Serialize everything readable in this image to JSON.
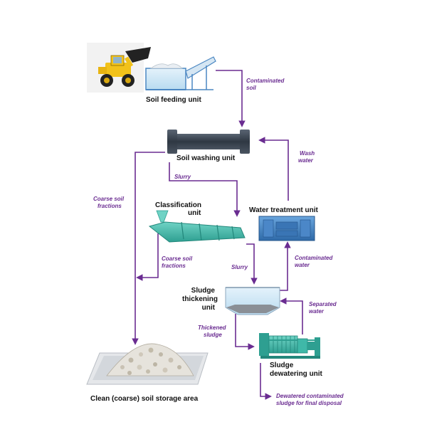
{
  "units": {
    "soil_feeding": "Soil feeding unit",
    "soil_washing": "Soil washing unit",
    "classification_line1": "Classification",
    "classification_line2": "unit",
    "water_treatment": "Water treatment unit",
    "sludge_thickening_line1": "Sludge",
    "sludge_thickening_line2": "thickening",
    "sludge_thickening_line3": "unit",
    "sludge_dewatering_line1": "Sludge",
    "sludge_dewatering_line2": "dewatering unit",
    "storage": "Clean (coarse) soil storage area"
  },
  "flows": {
    "contaminated_soil_line1": "Contaminated",
    "contaminated_soil_line2": "soil",
    "wash_water_line1": "Wash",
    "wash_water_line2": "water",
    "slurry_1": "Slurry",
    "coarse_soil_1_line1": "Coarse soil",
    "coarse_soil_1_line2": "fractions",
    "coarse_soil_2_line1": "Coarse soil",
    "coarse_soil_2_line2": "fractions",
    "slurry_2": "Slurry",
    "contaminated_water_line1": "Contaminated",
    "contaminated_water_line2": "water",
    "separated_water_line1": "Separated",
    "separated_water_line2": "water",
    "thickened_sludge_line1": "Thickened",
    "thickened_sludge_line2": "sludge",
    "dewatered_line1": "Dewatered contaminated",
    "dewatered_line2": "sludge for final disposal"
  },
  "colors": {
    "arrow": "#6a2c91",
    "equipment_blue": "#3c7cbf",
    "equipment_teal": "#3fb8a8",
    "pipe_dark": "#3a4350",
    "loader_yellow": "#f2c21a"
  },
  "icons": [
    "wheel-loader-icon",
    "feed-hopper-icon",
    "washing-pipe-icon",
    "classifier-icon",
    "water-treatment-icon",
    "thickener-tank-icon",
    "filter-press-icon",
    "soil-pile-icon"
  ]
}
